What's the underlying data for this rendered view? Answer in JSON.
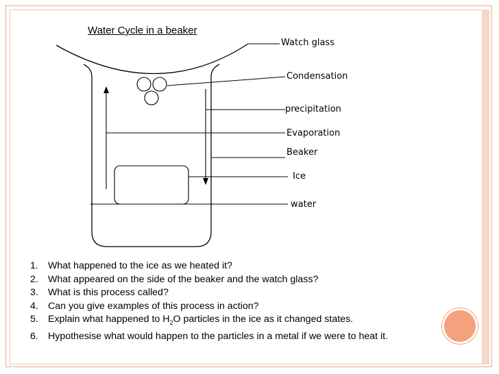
{
  "title": "Water Cycle in a beaker",
  "labels": {
    "watch_glass": "Watch glass",
    "condensation": "Condensation",
    "precipitation": "precipitation",
    "evaporation": "Evaporation",
    "beaker": "Beaker",
    "ice": "Ice",
    "water": "water"
  },
  "questions": [
    {
      "num": "1.",
      "text": "What happened to the ice as we heated it?"
    },
    {
      "num": "2.",
      "text": "What appeared on the side of the beaker and the watch glass?"
    },
    {
      "num": "3.",
      "text": "What is this process called?"
    },
    {
      "num": "4.",
      "text": "Can you give examples of this process in action?"
    },
    {
      "num": "5.",
      "text_before": "Explain what happened to H",
      "subscript": "2",
      "text_after": "O particles in the ice as it changed states."
    },
    {
      "num": "6.",
      "text": "Hypothesise what would happen to the particles in a metal if we were to heat it."
    }
  ],
  "colors": {
    "frame": "#e8a98f",
    "accent_circle": "#f4a27e",
    "side_bar": "#f6d8cb"
  }
}
